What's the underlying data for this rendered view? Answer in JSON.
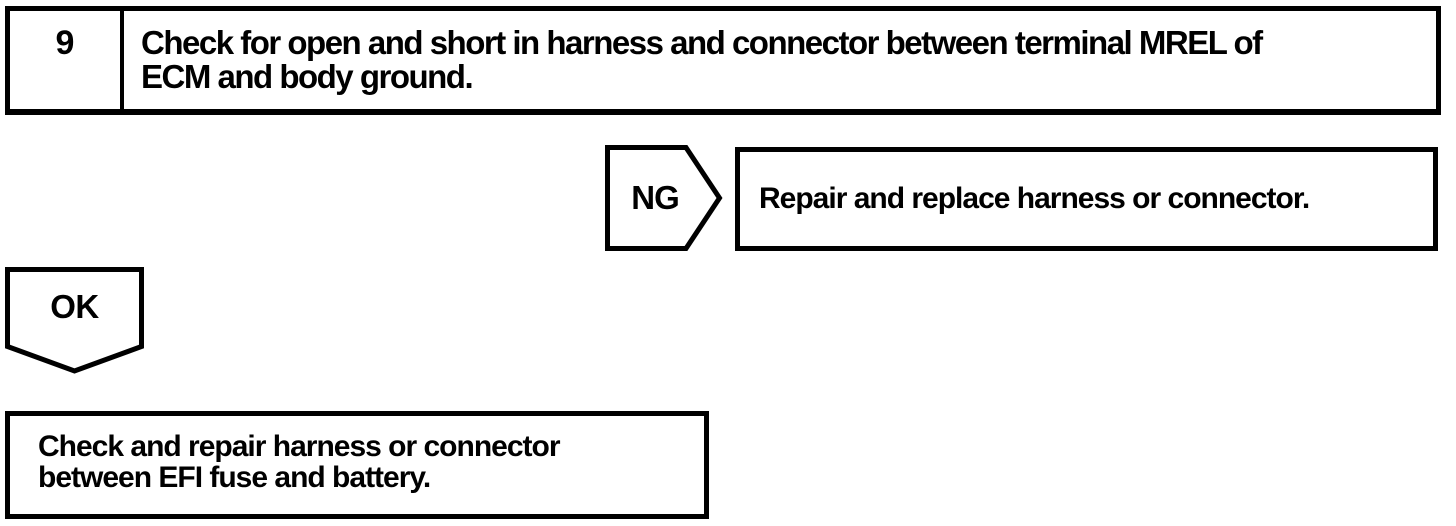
{
  "colors": {
    "ink": "#000000",
    "paper": "#ffffff"
  },
  "step_box": {
    "number": "9",
    "instruction_lines": [
      "Check for open and short in harness and connector between terminal MREL of",
      "ECM and body ground."
    ]
  },
  "ng_branch": {
    "label": "NG",
    "result": "Repair and replace harness or connector."
  },
  "ok_branch": {
    "label": "OK",
    "result_lines": [
      "Check and repair harness or connector",
      "between EFI fuse and battery."
    ]
  }
}
